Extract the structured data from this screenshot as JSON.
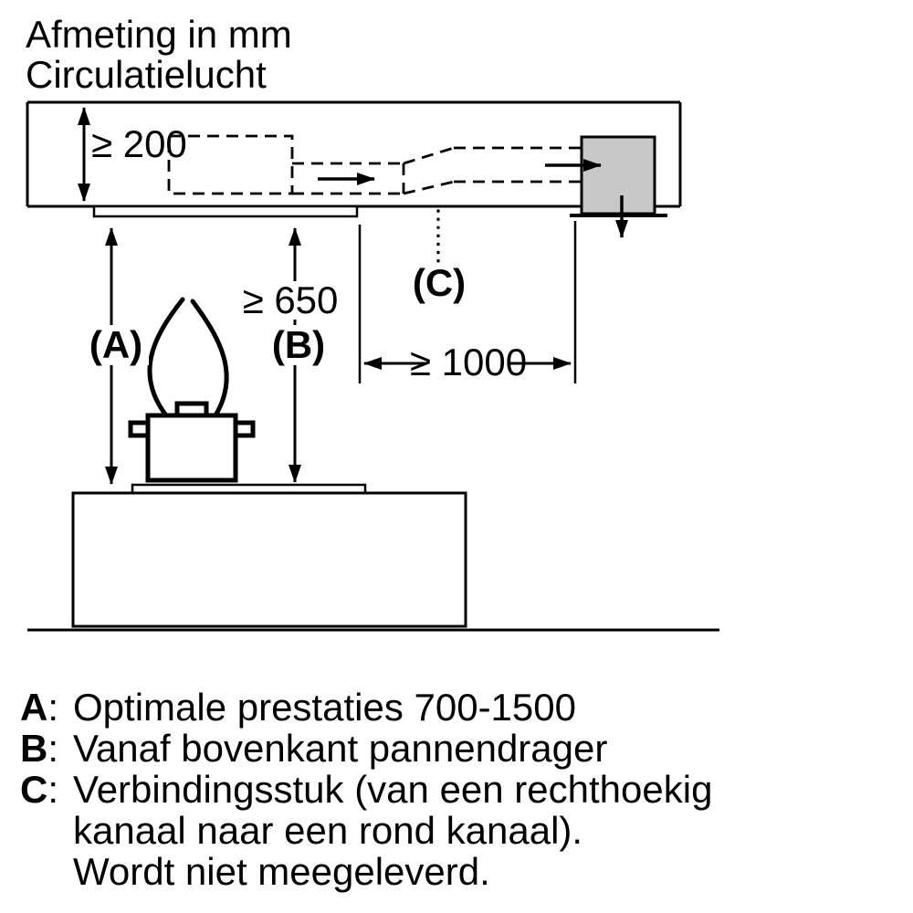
{
  "title": {
    "line1": "Afmeting in mm",
    "line2": "Circulatielucht"
  },
  "diagram": {
    "dim_ceiling_depth": "≥ 200",
    "dim_min_height": "≥ 650",
    "dim_min_distance": "≥ 1000",
    "label_a": "(A)",
    "label_b": "(B)",
    "label_c": "(C)"
  },
  "legend": {
    "separator": ":",
    "items": [
      {
        "key": "A",
        "text": "Optimale prestaties 700-1500"
      },
      {
        "key": "B",
        "text": "Vanaf bovenkant pannendrager"
      },
      {
        "key": "C",
        "text": "Verbindingsstuk (van een rechthoekig kanaal naar een rond kanaal).",
        "note": "Wordt niet meegeleverd."
      }
    ]
  },
  "colors": {
    "ink": "#000000",
    "motor_box_fill": "#c8c8c8"
  }
}
